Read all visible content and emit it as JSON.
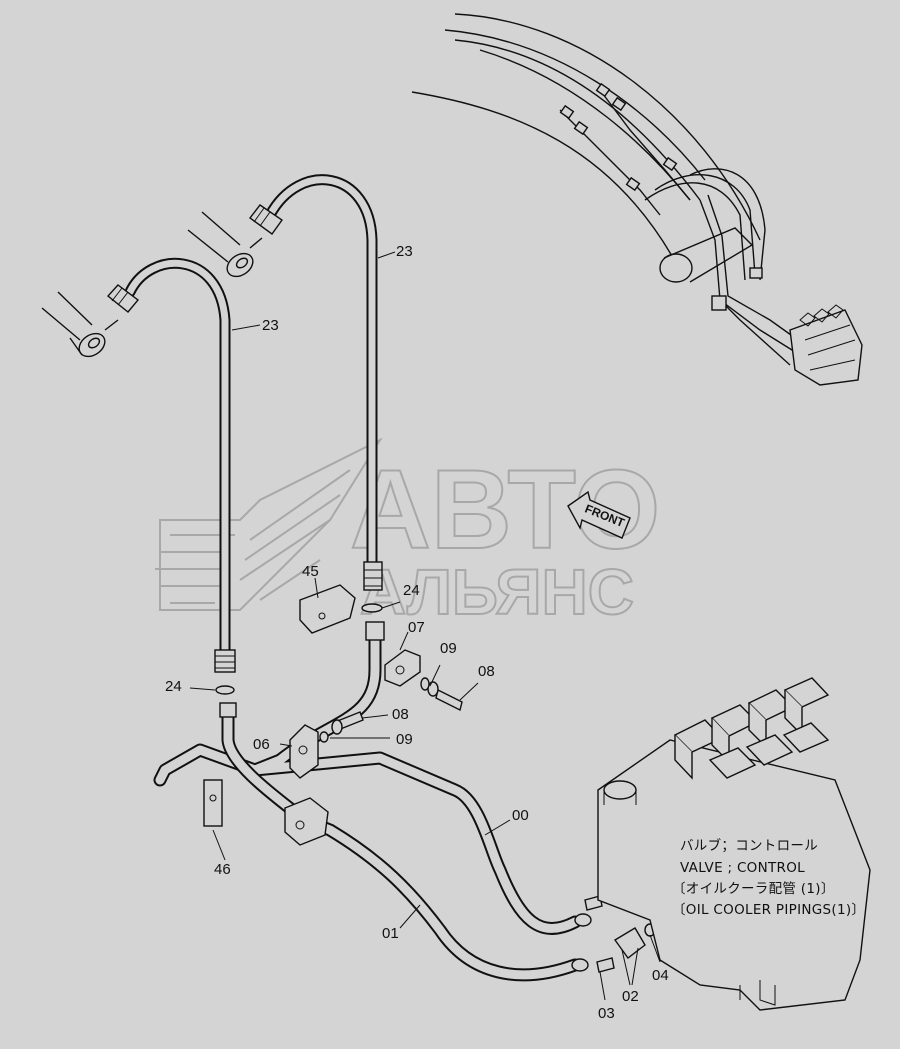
{
  "watermark": {
    "line1": "АВТО",
    "line2": "АЛЬЯНС"
  },
  "direction_arrow": "FRONT",
  "note": {
    "line1": "バルブ；コントロール",
    "line2": "VALVE ; CONTROL",
    "line3": "〔オイルクーラ配管 (1)〕",
    "line4": "〔OIL COOLER PIPINGS(1)〕"
  },
  "callouts": {
    "p23_left": "23",
    "p23_right": "23",
    "p45": "45",
    "p24_top": "24",
    "p07": "07",
    "p09_top": "09",
    "p08_top": "08",
    "p24_left": "24",
    "p08_mid": "08",
    "p06": "06",
    "p09_mid": "09",
    "p00": "00",
    "p46": "46",
    "p01": "01",
    "p04": "04",
    "p02": "02",
    "p03": "03"
  }
}
